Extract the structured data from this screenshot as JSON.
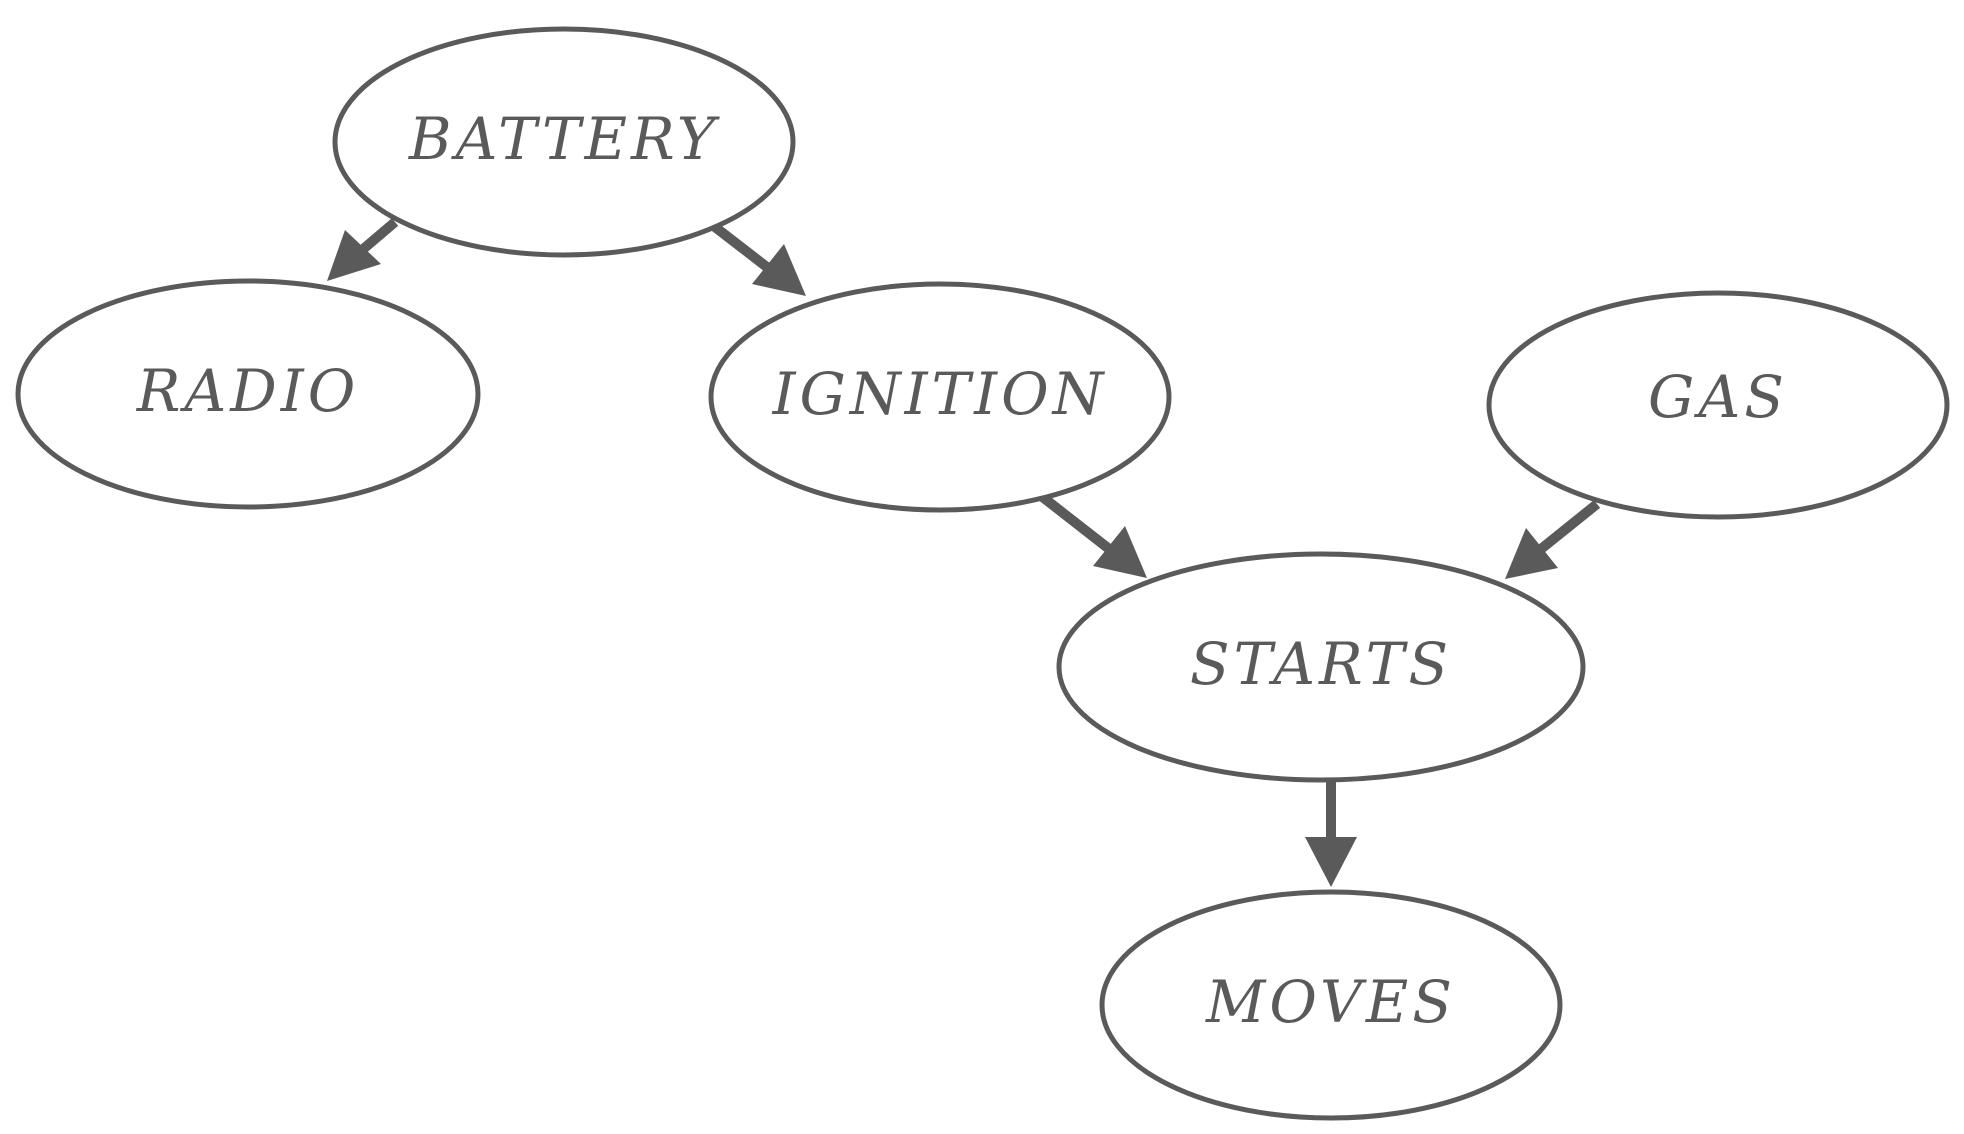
{
  "diagram": {
    "colors": {
      "stroke": "#5a5a5a",
      "text": "#5a5a5a",
      "background": "#ffffff"
    },
    "nodes": {
      "battery": {
        "label": "BATTERY"
      },
      "radio": {
        "label": "RADIO"
      },
      "ignition": {
        "label": "IGNITION"
      },
      "gas": {
        "label": "GAS"
      },
      "starts": {
        "label": "STARTS"
      },
      "moves": {
        "label": "MOVES"
      }
    },
    "edges": [
      {
        "from": "battery",
        "to": "radio"
      },
      {
        "from": "battery",
        "to": "ignition"
      },
      {
        "from": "ignition",
        "to": "starts"
      },
      {
        "from": "gas",
        "to": "starts"
      },
      {
        "from": "starts",
        "to": "moves"
      }
    ]
  }
}
